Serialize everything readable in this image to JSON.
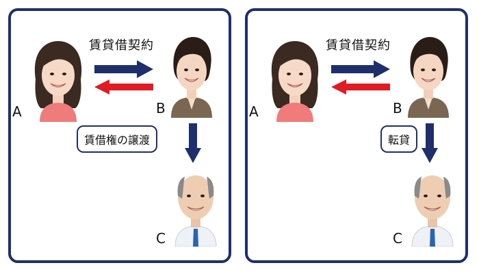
{
  "colors": {
    "frame": "#1f2f6b",
    "forward_arrow": "#1f2f6b",
    "return_arrow": "#e01b24",
    "down_arrow": "#1f2f6b",
    "a_shirt": "#f07b7b",
    "b_jacket": "#7a6652",
    "c_shirt": "#eef2f7",
    "c_tie": "#2a64b0"
  },
  "left": {
    "contract_label": "賃貸借契約",
    "action_label": "賃借権の譲渡",
    "person_a": "A",
    "person_b": "B",
    "person_c": "C"
  },
  "right": {
    "contract_label": "賃貸借契約",
    "action_label": "転貸",
    "person_a": "A",
    "person_b": "B",
    "person_c": "C"
  }
}
